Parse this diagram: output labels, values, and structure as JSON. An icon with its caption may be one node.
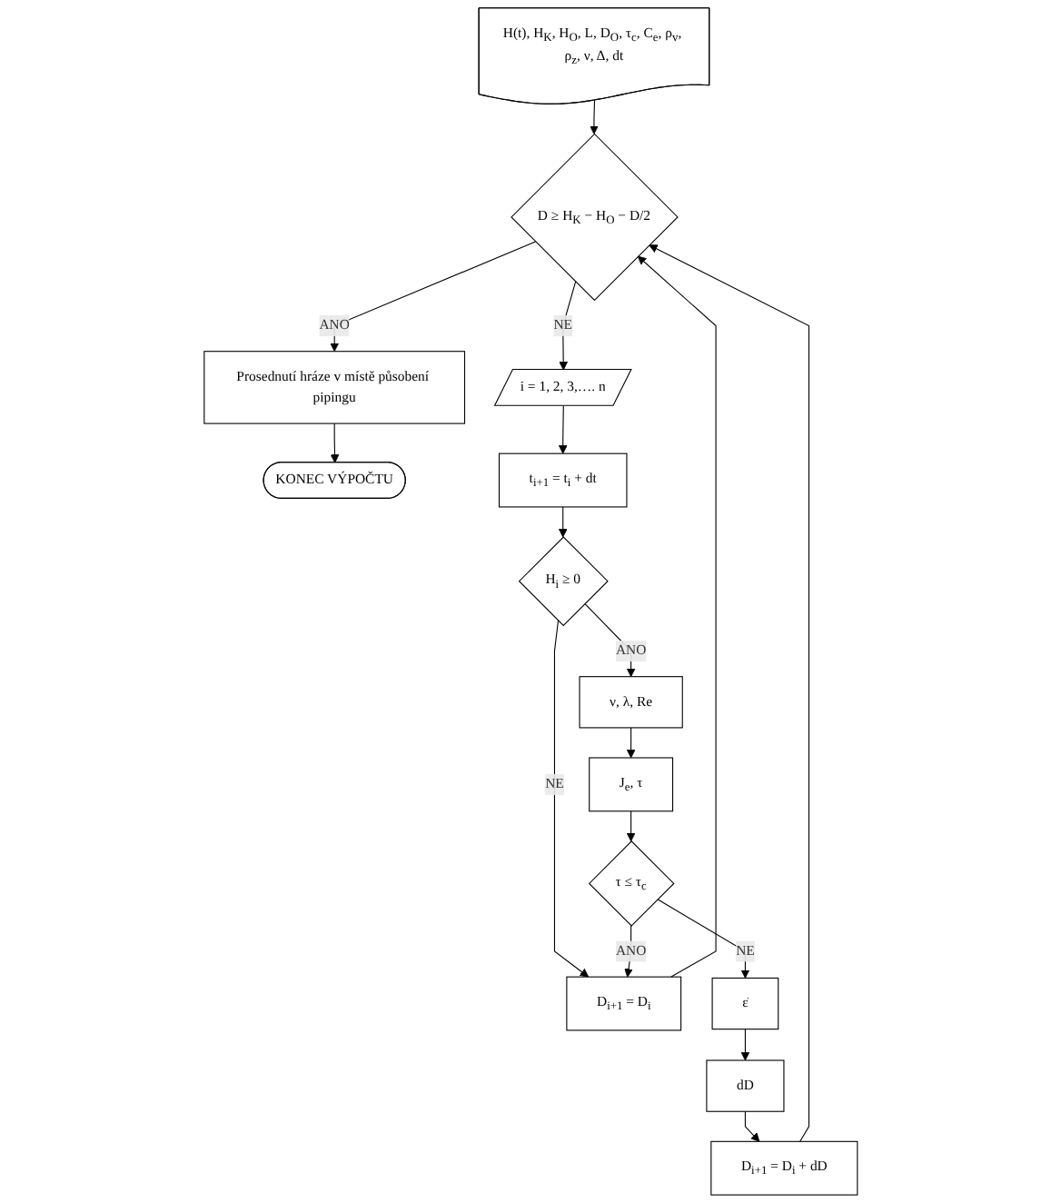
{
  "diagram": {
    "nodes": [
      {
        "text": [
          "H(t), H$_{K}$, H$_{O}$, L, D$_{O}$, τ$_{c}$, C$_{e}$, ρ$_{v}$, ρ$_{z}$, ν, Δ, dt"
        ]
      },
      {
        "text": [
          "D ≥ H$_{K}$ − H$_{O}$ − D/2"
        ]
      },
      {
        "text": [
          "Prosednutí hráze v místě působení pipingu"
        ]
      },
      {
        "text": [
          "KONEC VÝPOČTU"
        ]
      },
      {
        "text": [
          "i = 1, 2, 3,…. n"
        ]
      },
      {
        "text": [
          "t$_{i+1}$ = t$_{i}$ + dt"
        ]
      },
      {
        "text": [
          "H$_{i}$ ≥ 0"
        ]
      },
      {
        "text": [
          "ν, λ, Re"
        ]
      },
      {
        "text": [
          "J$_{e}$, τ"
        ]
      },
      {
        "text": [
          "τ ≤ τ$_{c}$"
        ]
      },
      {
        "text": [
          "D$_{i+1}$ = D$_{i}$"
        ]
      },
      {
        "text": [
          "ε̇"
        ]
      },
      {
        "text": [
          "dD"
        ]
      },
      {
        "text": [
          "D$_{i+1}$ = D$_{i}$ + dD"
        ]
      }
    ],
    "edges": [
      {
        "from": 0,
        "to": 1,
        "arrow": "to"
      },
      {
        "from": 1,
        "to": 2,
        "arrow": "to",
        "label": "ANO"
      },
      {
        "from": 2,
        "to": 3,
        "arrow": "to"
      },
      {
        "from": 1,
        "to": 4,
        "arrow": "to",
        "label": "NE"
      },
      {
        "from": 4,
        "to": 5,
        "arrow": "to"
      },
      {
        "from": 5,
        "to": 6,
        "arrow": "to"
      },
      {
        "from": 6,
        "to": 7,
        "arrow": "to",
        "label": "ANO"
      },
      {
        "from": 6,
        "to": 10,
        "arrow": "to",
        "label": "NE"
      },
      {
        "from": 7,
        "to": 8,
        "arrow": "to"
      },
      {
        "from": 8,
        "to": 9,
        "arrow": "to"
      },
      {
        "from": 9,
        "to": 11,
        "arrow": "to",
        "label": "NE"
      },
      {
        "from": 9,
        "to": 10,
        "arrow": "to",
        "label": "ANO"
      },
      {
        "from": 11,
        "to": 12,
        "arrow": "to"
      },
      {
        "from": 12,
        "to": 13,
        "arrow": "to"
      },
      {
        "from": 10,
        "to": 1,
        "arrow": "to"
      },
      {
        "from": 13,
        "to": 1,
        "arrow": "to"
      }
    ]
  }
}
